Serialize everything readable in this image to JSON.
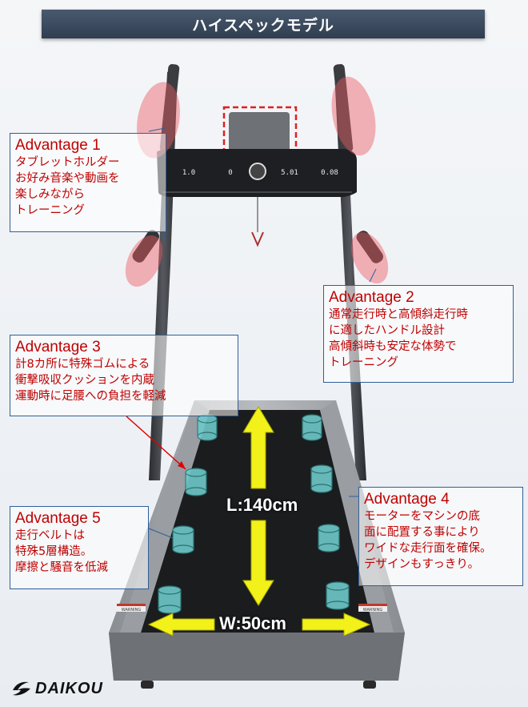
{
  "header": {
    "title": "ハイスペックモデル"
  },
  "console": {
    "readouts": [
      "1.0",
      "0",
      "5.01",
      "0.08"
    ]
  },
  "advantages": [
    {
      "title": "Advantage 1",
      "lines": [
        "タブレットホルダー",
        "お好み音楽や動画を",
        "楽しみながら",
        "トレーニング"
      ]
    },
    {
      "title": "Advantage 2",
      "lines": [
        "通常走行時と高傾斜走行時",
        "に適したハンドル設計",
        "高傾斜時も安定な体勢で",
        "トレーニング"
      ]
    },
    {
      "title": "Advantage 3",
      "lines": [
        "計8カ所に特殊ゴムによる",
        "衝撃吸収クッションを内蔵",
        "運動時に足腰への負担を軽減"
      ]
    },
    {
      "title": "Advantage 4",
      "lines": [
        "モーターをマシンの底",
        "面に配置する事により",
        "ワイドな走行面を確保。",
        "デザインもすっきり。"
      ]
    },
    {
      "title": "Advantage 5",
      "lines": [
        "走行ベルトは",
        "特殊5層構造。",
        "摩擦と騒音を低減"
      ]
    }
  ],
  "dimensions": {
    "length_label": "L:140cm",
    "width_label": "W:50cm"
  },
  "warning_label": "WARNING",
  "brand": {
    "name": "DAIKOU"
  },
  "colors": {
    "accent_red": "#c00000",
    "box_border": "#2f5f9a",
    "arrow_yellow": "#f2f21a",
    "cushion": "#6fc9c9"
  }
}
